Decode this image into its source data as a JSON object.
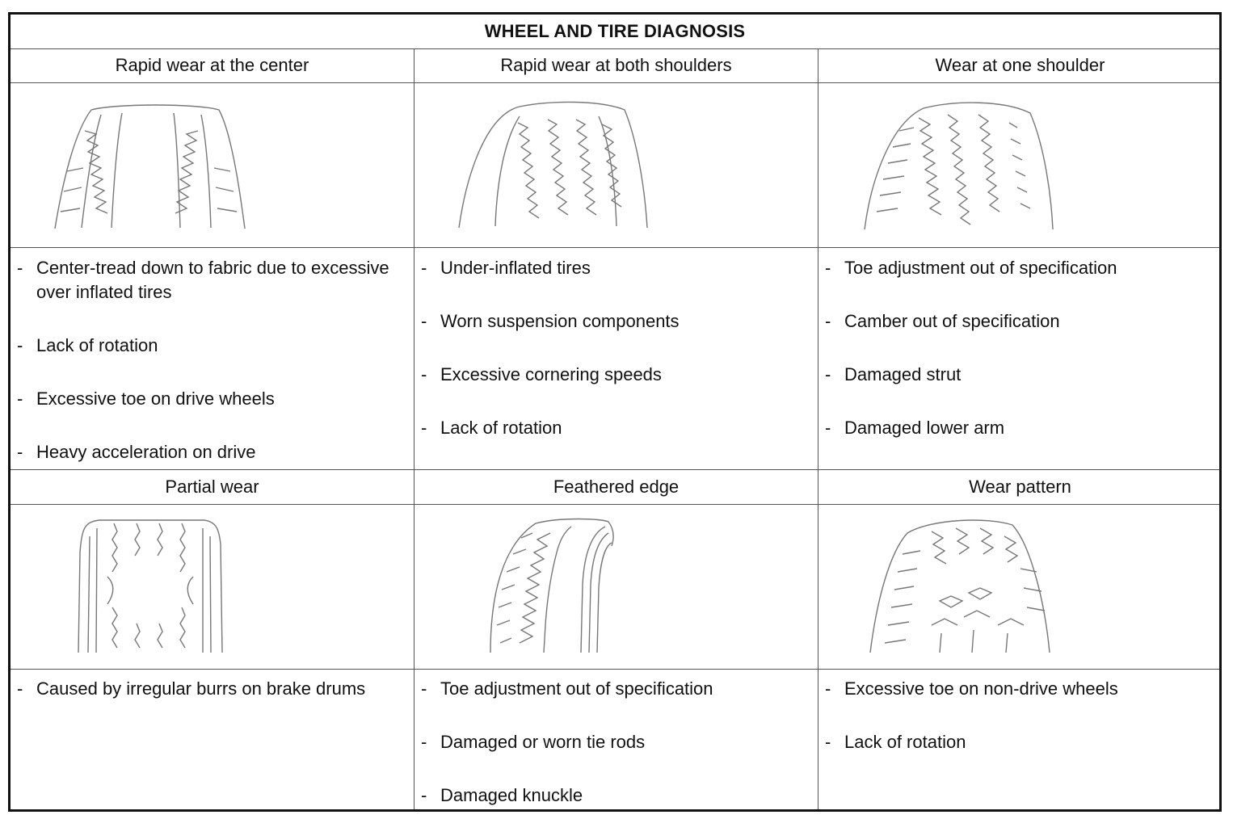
{
  "title": "WHEEL AND TIRE DIAGNOSIS",
  "rows": [
    {
      "conditions": [
        {
          "header": "Rapid wear at the center",
          "illustration": "center-wear-tire-icon",
          "causes": [
            "Center-tread down to fabric due to excessive over inflated tires",
            "Lack of rotation",
            "Excessive toe on drive wheels",
            "Heavy acceleration on drive"
          ]
        },
        {
          "header": "Rapid wear at both shoulders",
          "illustration": "shoulder-wear-tire-icon",
          "causes": [
            "Under-inflated tires",
            "Worn suspension components",
            "Excessive cornering speeds",
            "Lack of rotation"
          ]
        },
        {
          "header": "Wear at one shoulder",
          "illustration": "one-shoulder-wear-tire-icon",
          "causes": [
            "Toe adjustment out of specification",
            "Camber out of specification",
            "Damaged strut",
            "Damaged lower arm"
          ]
        }
      ]
    },
    {
      "conditions": [
        {
          "header": "Partial wear",
          "illustration": "partial-wear-tire-icon",
          "causes": [
            "Caused by irregular burrs on brake drums"
          ]
        },
        {
          "header": "Feathered edge",
          "illustration": "feathered-edge-tire-icon",
          "causes": [
            "Toe adjustment out of specification",
            "Damaged or worn tie rods",
            "Damaged knuckle"
          ]
        },
        {
          "header": "Wear pattern",
          "illustration": "wear-pattern-tire-icon",
          "causes": [
            "Excessive toe on non-drive wheels",
            "Lack of rotation"
          ]
        }
      ]
    }
  ],
  "colors": {
    "line": "#555555",
    "border": "#111111",
    "tread": "#8a8a8a"
  }
}
